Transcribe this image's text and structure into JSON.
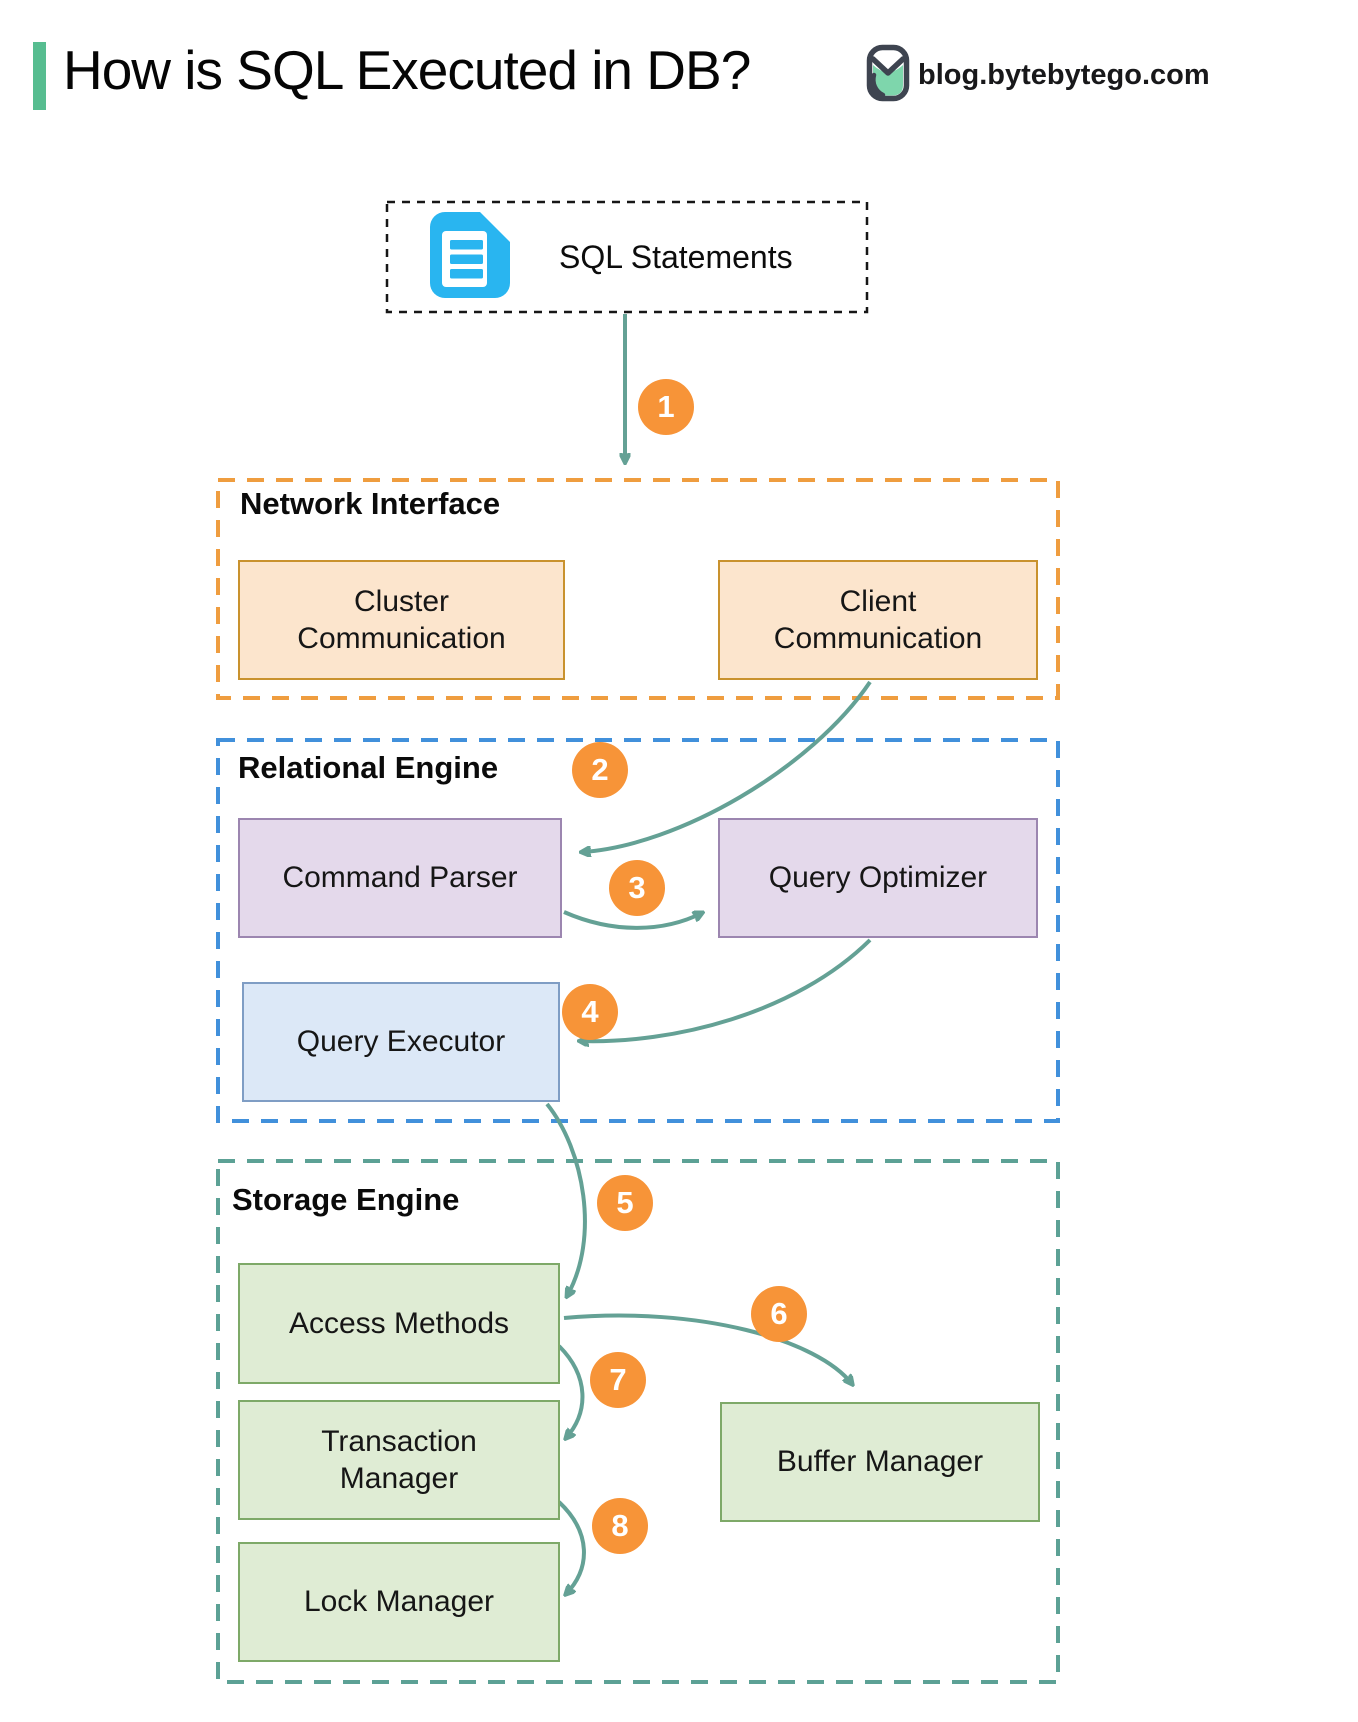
{
  "header": {
    "title": "How is SQL Executed in DB?",
    "brand": "blog.bytebytego.com"
  },
  "diagram": {
    "source": {
      "label": "SQL Statements"
    },
    "sections": {
      "network": {
        "label": "Network Interface",
        "nodes": {
          "cluster": {
            "label": "Cluster Communication"
          },
          "client": {
            "label": "Client Communication"
          }
        }
      },
      "relational": {
        "label": "Relational Engine",
        "nodes": {
          "parser": {
            "label": "Command Parser"
          },
          "optimizer": {
            "label": "Query Optimizer"
          },
          "executor": {
            "label": "Query Executor"
          }
        }
      },
      "storage": {
        "label": "Storage Engine",
        "nodes": {
          "access": {
            "label": "Access Methods"
          },
          "transaction": {
            "label": "Transaction Manager"
          },
          "lock": {
            "label": "Lock Manager"
          },
          "buffer": {
            "label": "Buffer Manager"
          }
        }
      }
    },
    "steps": [
      "1",
      "2",
      "3",
      "4",
      "5",
      "6",
      "7",
      "8"
    ],
    "flow": [
      "SQL Statements -> Network Interface",
      "Client Communication -> Command Parser",
      "Command Parser -> Query Optimizer",
      "Query Optimizer -> Query Executor",
      "Query Executor -> Access Methods",
      "Access Methods -> Buffer Manager",
      "Access Methods -> Transaction Manager",
      "Transaction Manager -> Lock Manager"
    ],
    "colors": {
      "accent": "#57BD90",
      "arrow": "#64A195",
      "step_badge": "#F79438",
      "network_border": "#EF9D3F",
      "relational_border": "#4190DB",
      "storage_border": "#5CA195",
      "doc_icon": "#29B5F0",
      "peach_fill": "#FCE5CD",
      "peach_border": "#C9922E",
      "purple_fill": "#E4D9EB",
      "purple_border": "#9C86B0",
      "blue_fill": "#DCE8F7",
      "blue_border": "#7F9DC4",
      "green_fill": "#DFECD4",
      "green_border": "#7EA968"
    }
  }
}
